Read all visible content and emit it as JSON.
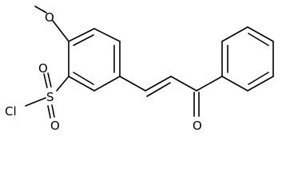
{
  "molecule": {
    "atoms": {
      "methoxy_oxygen": "O",
      "sulfonyl_oxygen_top": "O",
      "sulfonyl_oxygen_bottom": "O",
      "sulfur": "S",
      "chlorine": "Cl",
      "ketone_oxygen": "O"
    }
  }
}
